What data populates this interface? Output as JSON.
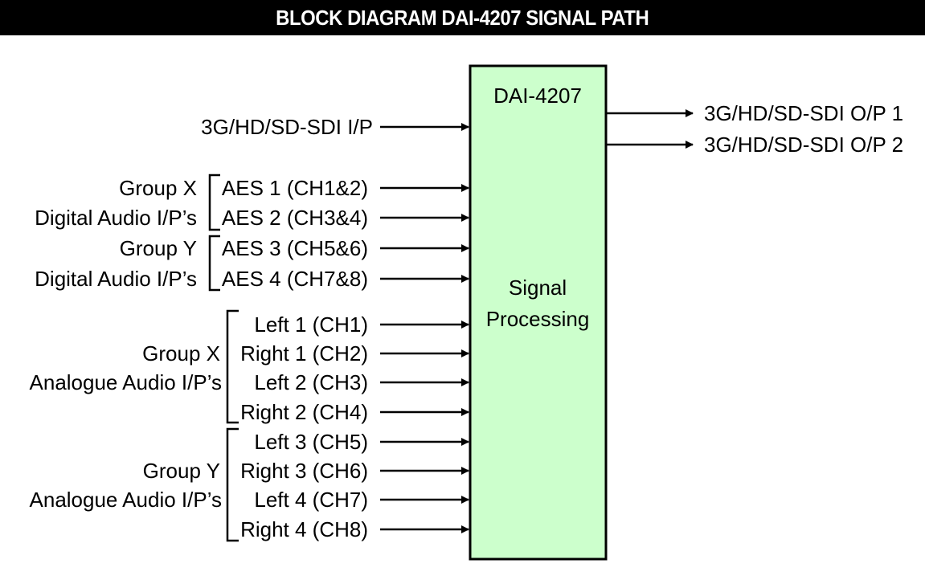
{
  "title": "BLOCK DIAGRAM DAI-4207 SIGNAL PATH",
  "block": {
    "name": "DAI-4207",
    "function_line1": "Signal",
    "function_line2": "Processing",
    "fill_color": "#ccffcc",
    "border_color": "#000000"
  },
  "sdi_input": {
    "label": "3G/HD/SD-SDI I/P"
  },
  "outputs": [
    {
      "label": "3G/HD/SD-SDI O/P 1"
    },
    {
      "label": "3G/HD/SD-SDI O/P 2"
    }
  ],
  "digital_groups": [
    {
      "group_label": "Group X",
      "type_label": "Digital Audio I/P’s",
      "inputs": [
        {
          "label": "AES 1 (CH1&2)"
        },
        {
          "label": "AES 2 (CH3&4)"
        }
      ]
    },
    {
      "group_label": "Group Y",
      "type_label": "Digital Audio I/P’s",
      "inputs": [
        {
          "label": "AES 3 (CH5&6)"
        },
        {
          "label": "AES 4 (CH7&8)"
        }
      ]
    }
  ],
  "analogue_groups": [
    {
      "group_label": "Group X",
      "type_label": "Analogue Audio I/P’s",
      "inputs": [
        {
          "label": "Left 1 (CH1)"
        },
        {
          "label": "Right 1 (CH2)"
        },
        {
          "label": "Left 2 (CH3)"
        },
        {
          "label": "Right 2 (CH4)"
        }
      ]
    },
    {
      "group_label": "Group Y",
      "type_label": "Analogue Audio I/P’s",
      "inputs": [
        {
          "label": "Left 3 (CH5)"
        },
        {
          "label": "Right 3 (CH6)"
        },
        {
          "label": "Left 4 (CH7)"
        },
        {
          "label": "Right 4 (CH8)"
        }
      ]
    }
  ]
}
